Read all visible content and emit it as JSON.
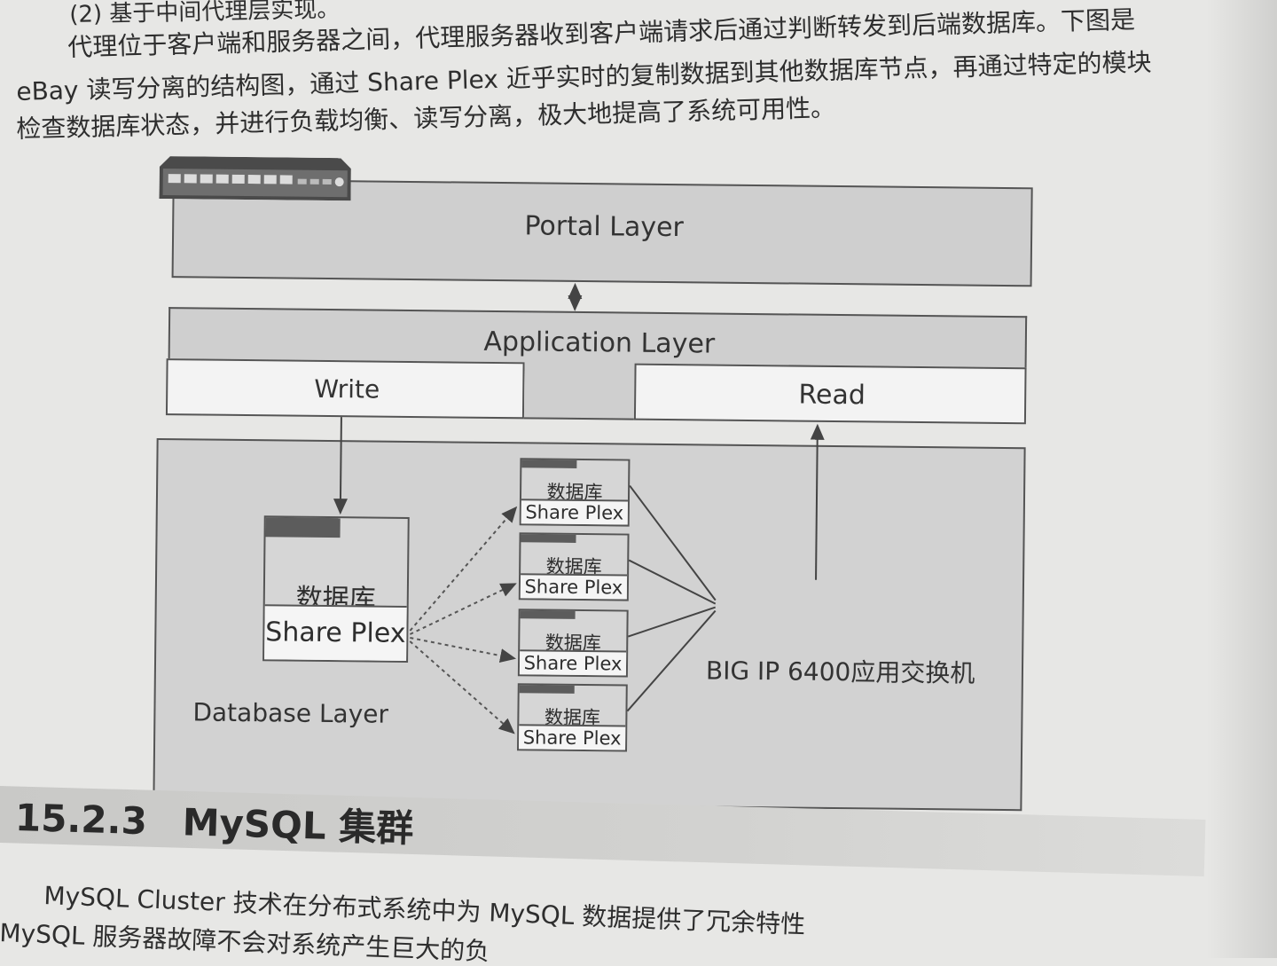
{
  "top_text": {
    "line1": "(2) 基于中间代理层实现。",
    "line2": "代理位于客户端和服务器之间，代理服务器收到客户端请求后通过判断转发到后端数据库。下图是",
    "line3": "eBay 读写分离的结构图，通过 Share Plex 近乎实时的复制数据到其他数据库节点，再通过特定的模块",
    "line4": "检查数据库状态，并进行负载均衡、读写分离，极大地提高了系统可用性。"
  },
  "diagram": {
    "portal_layer": "Portal Layer",
    "application_layer": "Application Layer",
    "write": "Write",
    "read": "Read",
    "database_layer": "Database Layer",
    "main_db": {
      "name": "数据库",
      "plex": "Share Plex"
    },
    "replicas": [
      {
        "name": "数据库",
        "plex": "Share Plex"
      },
      {
        "name": "数据库",
        "plex": "Share Plex"
      },
      {
        "name": "数据库",
        "plex": "Share Plex"
      },
      {
        "name": "数据库",
        "plex": "Share Plex"
      }
    ],
    "switch_label": "BIG IP 6400应用交换机",
    "switch_icon": "network-switch-icon"
  },
  "section": {
    "number": "15.2.3",
    "title": "MySQL 集群"
  },
  "bottom_text": {
    "line1": "MySQL Cluster 技术在分布式系统中为 MySQL 数据提供了冗余特性",
    "line2": "MySQL 服务器故障不会对系统产生巨大的负"
  },
  "colors": {
    "page": "#e7e7e5",
    "layer_fill": "#cfcfcf",
    "box_light": "#f3f3f3",
    "stroke": "#555555",
    "text": "#2e2e2e"
  }
}
